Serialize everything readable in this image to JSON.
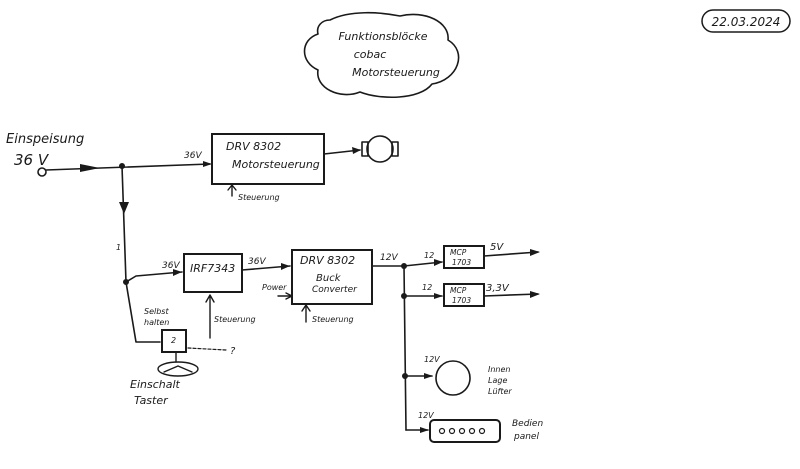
{
  "header": {
    "date": "22.03.2024",
    "title_lines": [
      "Funktionsblöcke",
      "cobac",
      "Motorsteuerung"
    ]
  },
  "input": {
    "label": "Einspeisung",
    "voltage": "36 V"
  },
  "blocks": {
    "motor_driver": {
      "line1": "DRV 8302",
      "line2": "Motorsteuerung",
      "in_label": "36V",
      "control_label": "Steuerung"
    },
    "mosfet": {
      "label": "IRF7343",
      "in_label": "36V",
      "out_label": "36V"
    },
    "buck": {
      "line1": "DRV 8302",
      "line2": "Buck",
      "line3": "Converter",
      "power_label": "Power",
      "control_label": "Steuerung",
      "out_label": "12V"
    },
    "ldo_5v": {
      "line1": "MCP",
      "line2": "1703",
      "in_label": "12",
      "out_label": "5V"
    },
    "ldo_33v": {
      "line1": "MCP",
      "line2": "1703",
      "in_label": "12",
      "out_label": "3,3V"
    },
    "fan": {
      "in_label": "12V",
      "label_lines": [
        "Innen",
        "Lage",
        "Lüfter"
      ]
    },
    "panel": {
      "in_label": "12V",
      "label_lines": [
        "Bedien",
        "panel"
      ]
    },
    "self_hold": {
      "label_lines": [
        "Selbst",
        "halten"
      ],
      "box_label": "2",
      "steuerung_label": "Steuerung",
      "question_mark": "?"
    },
    "switch": {
      "label_lines": [
        "Einschalt",
        "Taster"
      ]
    },
    "branch_number": "1"
  },
  "colors": {
    "ink": "#1a1a1a",
    "background": "#ffffff"
  }
}
